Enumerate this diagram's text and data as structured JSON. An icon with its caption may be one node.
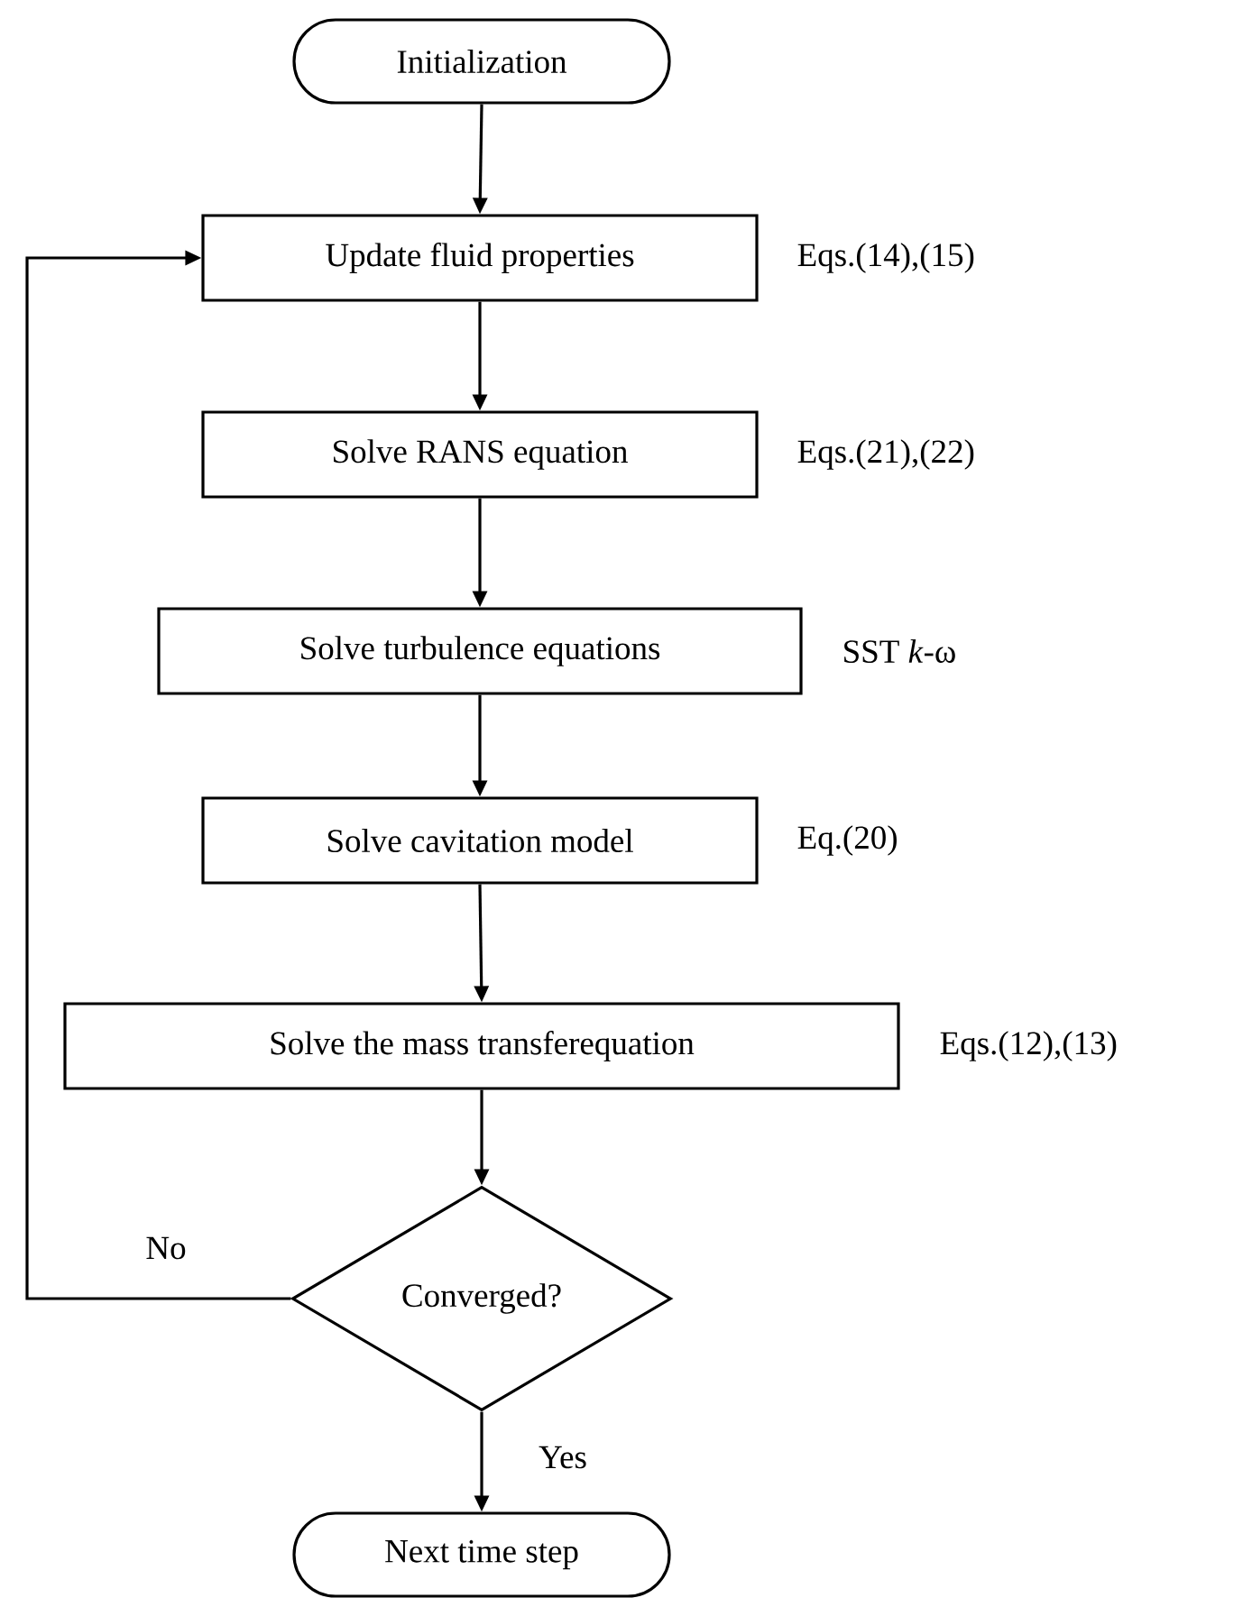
{
  "diagram": {
    "nodes": [
      {
        "text": [
          "Initialization"
        ]
      },
      {
        "text": [
          "Update fluid properties"
        ],
        "beside": [
          "Eqs.(14),(15)"
        ]
      },
      {
        "text": [
          "Solve RANS equation"
        ],
        "beside": [
          "Eqs.(21),(22)"
        ]
      },
      {
        "text": [
          "Solve turbulence equations"
        ],
        "beside": [
          "SST *k*-ω"
        ]
      },
      {
        "text": [
          "Solve cavitation model"
        ],
        "beside": [
          "Eq.(20)"
        ]
      },
      {
        "text": [
          "Solve the mass transferequation"
        ],
        "beside": [
          "Eqs.(12),(13)"
        ]
      },
      {
        "text": [
          "Converged?"
        ]
      },
      {
        "text": [
          "Next time step"
        ]
      }
    ],
    "edges": [
      {
        "from": 0,
        "to": 1,
        "arrow": "to"
      },
      {
        "from": 1,
        "to": 2,
        "arrow": "to"
      },
      {
        "from": 2,
        "to": 3,
        "arrow": "to"
      },
      {
        "from": 3,
        "to": 4,
        "arrow": "to"
      },
      {
        "from": 4,
        "to": 5,
        "arrow": "to"
      },
      {
        "from": 5,
        "to": 6,
        "arrow": "to"
      },
      {
        "from": 6,
        "to": 1,
        "arrow": "to",
        "label": "No"
      },
      {
        "from": 6,
        "to": 7,
        "arrow": "to",
        "label": "Yes"
      }
    ]
  }
}
